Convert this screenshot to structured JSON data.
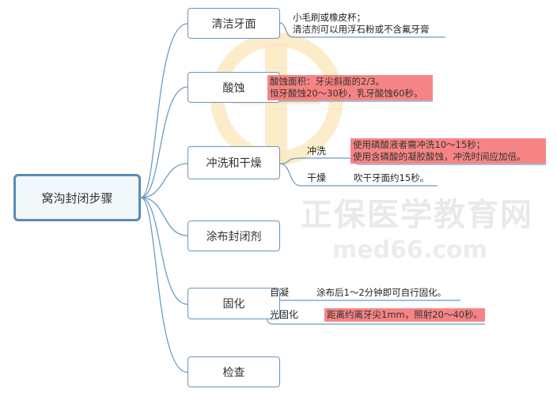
{
  "root": "窝沟封闭步骤",
  "watermark": {
    "cn": "正保医学教育网",
    "en": "med66.com"
  },
  "steps": [
    {
      "label": "清洁牙面",
      "notes": [
        "小毛刷或橡皮杯；",
        "清洁剂可以用浮石粉或不含氟牙膏"
      ]
    },
    {
      "label": "酸蚀",
      "notes": [
        "酸蚀面积：牙尖斜面的2/3。",
        "恒牙酸蚀20～30秒，乳牙酸蚀60秒。"
      ]
    },
    {
      "label": "冲洗和干燥",
      "subs": [
        {
          "label": "冲洗",
          "notes": [
            "使用磷酸液者需冲洗10～15秒；",
            "使用含磷酸的凝胶酸蚀，冲洗时间应加倍。"
          ]
        },
        {
          "label": "干燥",
          "notes": [
            "吹干牙面约15秒。"
          ]
        }
      ]
    },
    {
      "label": "涂布封闭剂"
    },
    {
      "label": "固化",
      "subs": [
        {
          "label": "自凝",
          "notes": [
            "涂布后1～2分钟即可自行固化。"
          ]
        },
        {
          "label": "光固化",
          "notes": [
            "距离约离牙尖1mm，照射20～40秒。"
          ]
        }
      ]
    },
    {
      "label": "检查"
    }
  ],
  "colors": {
    "line": "#6e9cc0",
    "highlight": "#f77f7f"
  }
}
